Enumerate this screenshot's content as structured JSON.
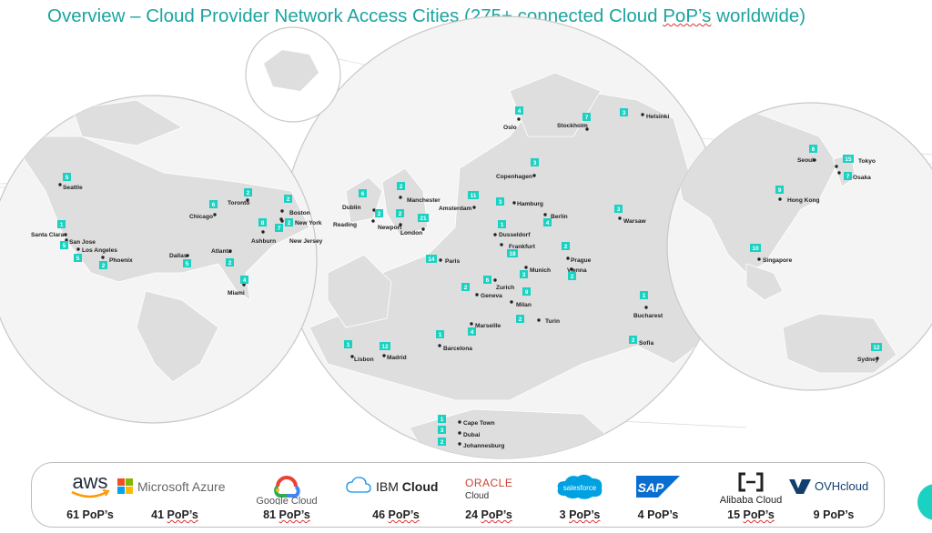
{
  "title": {
    "prefix": "Overview – Cloud Provider Network Access Cities (275+ connected Cloud ",
    "squiggle": "PoP’s",
    "suffix": " worldwide)"
  },
  "map": {
    "badge_color": "#1bd1c1",
    "americas": [
      {
        "city": "Seattle",
        "count": "5"
      },
      {
        "city": "Toronto",
        "count": "2"
      },
      {
        "city": "Chicago",
        "count": "6"
      },
      {
        "city": "Boston",
        "count": "2"
      },
      {
        "city": "New York",
        "count": "2"
      },
      {
        "city": "New Jersey",
        "count": "7"
      },
      {
        "city": "Ashburn",
        "count": "8"
      },
      {
        "city": "Santa Clara",
        "count": "1"
      },
      {
        "city": "San Jose",
        "count": "5"
      },
      {
        "city": "Los Angeles",
        "count": "5"
      },
      {
        "city": "Phoenix",
        "count": "2"
      },
      {
        "city": "Dallas",
        "count": "5"
      },
      {
        "city": "Atlanta",
        "count": "2"
      },
      {
        "city": "Miami",
        "count": "4"
      }
    ],
    "europe": [
      {
        "city": "Oslo",
        "count": "4"
      },
      {
        "city": "Stockholm",
        "count": "7"
      },
      {
        "city": "Helsinki",
        "count": "3"
      },
      {
        "city": "Copenhagen",
        "count": "3"
      },
      {
        "city": "Dublin",
        "count": "6"
      },
      {
        "city": "Manchester",
        "count": "2"
      },
      {
        "city": "Reading",
        "count": "2"
      },
      {
        "city": "Newport",
        "count": "2"
      },
      {
        "city": "London",
        "count": "21"
      },
      {
        "city": "Amsterdam",
        "count": "11"
      },
      {
        "city": "Hamburg",
        "count": "3"
      },
      {
        "city": "Berlin",
        "count": "4"
      },
      {
        "city": "Warsaw",
        "count": "3"
      },
      {
        "city": "Dusseldorf",
        "count": "1"
      },
      {
        "city": "Frankfurt",
        "count": "18"
      },
      {
        "city": "Prague",
        "count": "2"
      },
      {
        "city": "Vienna",
        "count": "2"
      },
      {
        "city": "Paris",
        "count": "14"
      },
      {
        "city": "Munich",
        "count": "3"
      },
      {
        "city": "Zurich",
        "count": "6"
      },
      {
        "city": "Geneva",
        "count": "2"
      },
      {
        "city": "Milan",
        "count": "9"
      },
      {
        "city": "Turin",
        "count": "2"
      },
      {
        "city": "Marseille",
        "count": "4"
      },
      {
        "city": "Bucharest",
        "count": "1"
      },
      {
        "city": "Sofia",
        "count": "2"
      },
      {
        "city": "Barcelona",
        "count": "1"
      },
      {
        "city": "Lisbon",
        "count": "1"
      },
      {
        "city": "Madrid",
        "count": "12"
      },
      {
        "city": "Cape Town",
        "count": "1"
      },
      {
        "city": "Dubai",
        "count": "3"
      },
      {
        "city": "Johannesburg",
        "count": "2"
      }
    ],
    "asia": [
      {
        "city": "Seoul",
        "count": "6"
      },
      {
        "city": "Tokyo",
        "count": "15"
      },
      {
        "city": "Osaka",
        "count": "7"
      },
      {
        "city": "Hong Kong",
        "count": "9"
      },
      {
        "city": "Singapore",
        "count": "10"
      },
      {
        "city": "Sydney",
        "count": "12"
      }
    ]
  },
  "providers": [
    {
      "name": "aws",
      "count": "61",
      "unit": "PoP’s",
      "underline": false
    },
    {
      "name": "Microsoft Azure",
      "count": "41",
      "unit": "PoP’s",
      "underline": true
    },
    {
      "name": "Google Cloud",
      "count": "81",
      "unit": "PoP’s",
      "underline": true
    },
    {
      "name": "IBM Cloud",
      "count": "46",
      "unit": "PoP’s",
      "underline": true
    },
    {
      "name": "ORACLE Cloud",
      "count": "24",
      "unit": "PoP’s",
      "underline": true
    },
    {
      "name": "salesforce",
      "count": "3",
      "unit": "PoP’s",
      "underline": true
    },
    {
      "name": "SAP",
      "count": "4",
      "unit": "PoP’s",
      "underline": false
    },
    {
      "name": "Alibaba Cloud",
      "count": "15",
      "unit": "PoP’s",
      "underline": true
    },
    {
      "name": "OVHcloud",
      "count": "9",
      "unit": "PoP’s",
      "underline": false
    }
  ],
  "logos": {
    "aws": "aws",
    "azure": "Microsoft Azure",
    "google": "Google Cloud",
    "ibm_prefix": "IBM",
    "ibm_suffix": "Cloud",
    "oracle_top": "ORACLE",
    "oracle_bottom": "Cloud",
    "salesforce": "salesforce",
    "sap": "SAP",
    "alibaba": "Alibaba Cloud",
    "ovh": "OVHcloud"
  }
}
